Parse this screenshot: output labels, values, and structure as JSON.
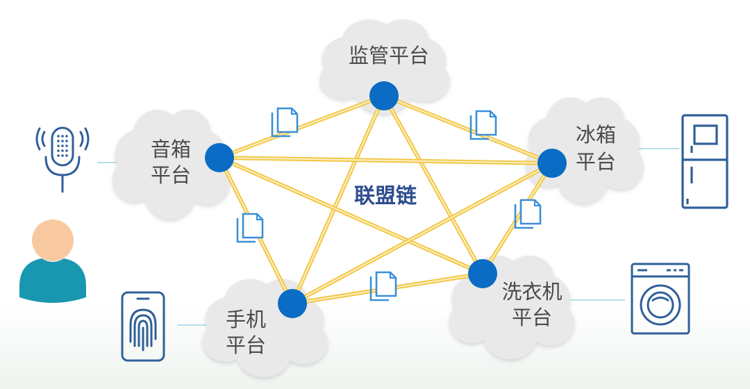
{
  "center": {
    "label": "联盟链"
  },
  "nodes": [
    {
      "id": "supervision",
      "lines": [
        "监管平台"
      ]
    },
    {
      "id": "speaker",
      "lines": [
        "音箱",
        "平台"
      ]
    },
    {
      "id": "fridge",
      "lines": [
        "冰箱",
        "平台"
      ]
    },
    {
      "id": "washer",
      "lines": [
        "洗衣机",
        "平台"
      ]
    },
    {
      "id": "phone",
      "lines": [
        "手机",
        "平台"
      ]
    }
  ],
  "colors": {
    "link": "#f2c94c",
    "node": "#0a6cc4",
    "icon": "#2f5f99",
    "cloud": "#e7e7e7",
    "user_head": "#f8c9a0",
    "user_body": "#1a97b0"
  },
  "icons": [
    "microphone-icon",
    "user-icon",
    "smartphone-fingerprint-icon",
    "refrigerator-icon",
    "washing-machine-icon",
    "document-icon"
  ]
}
